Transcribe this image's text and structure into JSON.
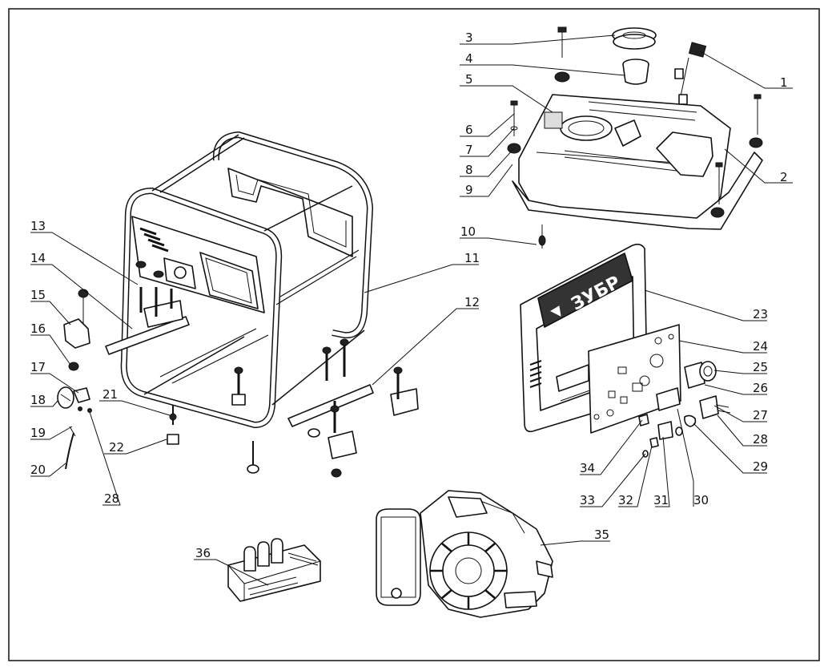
{
  "brand_text": "ЗУБР",
  "callouts": [
    {
      "num": "1"
    },
    {
      "num": "2"
    },
    {
      "num": "3"
    },
    {
      "num": "4"
    },
    {
      "num": "5"
    },
    {
      "num": "6"
    },
    {
      "num": "7"
    },
    {
      "num": "8"
    },
    {
      "num": "9"
    },
    {
      "num": "10"
    },
    {
      "num": "11"
    },
    {
      "num": "12"
    },
    {
      "num": "13"
    },
    {
      "num": "14"
    },
    {
      "num": "15"
    },
    {
      "num": "16"
    },
    {
      "num": "17"
    },
    {
      "num": "18"
    },
    {
      "num": "19"
    },
    {
      "num": "20"
    },
    {
      "num": "21"
    },
    {
      "num": "22"
    },
    {
      "num": "23"
    },
    {
      "num": "24"
    },
    {
      "num": "25"
    },
    {
      "num": "26"
    },
    {
      "num": "27"
    },
    {
      "num": "28"
    },
    {
      "num": "28"
    },
    {
      "num": "29"
    },
    {
      "num": "30"
    },
    {
      "num": "31"
    },
    {
      "num": "32"
    },
    {
      "num": "33"
    },
    {
      "num": "34"
    },
    {
      "num": "35"
    },
    {
      "num": "36"
    }
  ]
}
